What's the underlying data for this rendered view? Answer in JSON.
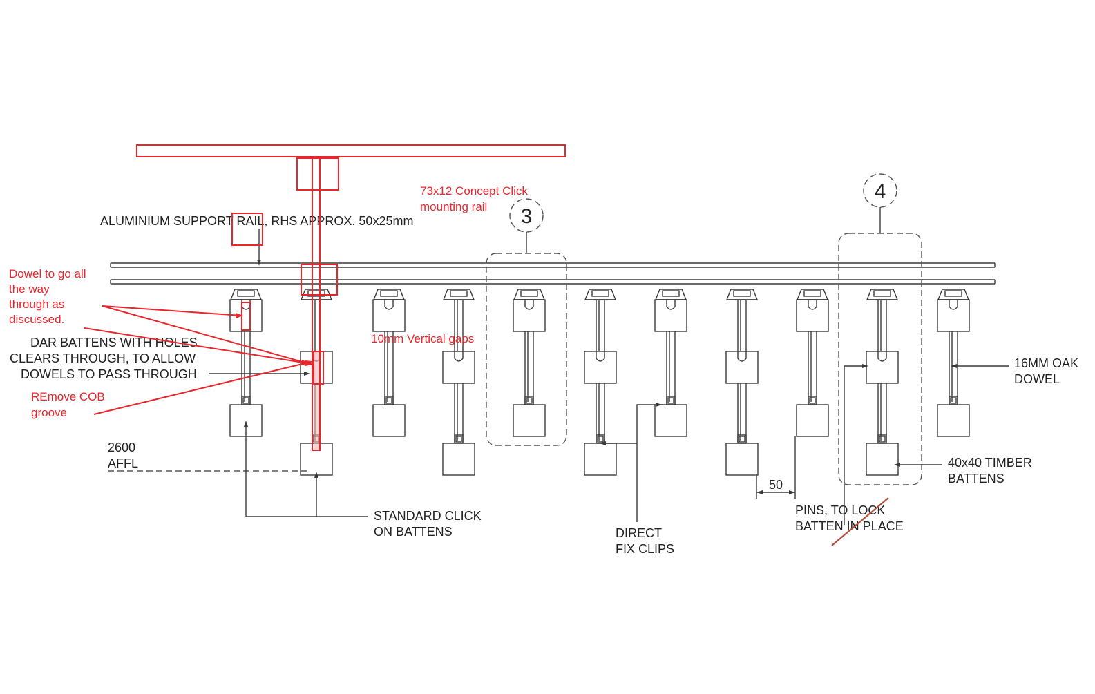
{
  "colors": {
    "linework": "#3a3a3a",
    "markup": "#e8262b",
    "background": "#ffffff"
  },
  "labels": {
    "support_rail": "ALUMINIUM SUPPORT RAIL, RHS APPROX. 50x25mm",
    "battens_line1": "DAR BATTENS WITH HOLES",
    "battens_line2": "CLEARS THROUGH, TO ALLOW",
    "battens_line3": "DOWELS TO PASS THROUGH",
    "affl_level": "2600",
    "affl_unit": "AFFL",
    "standard_click_line1": "STANDARD CLICK",
    "standard_click_line2": "ON BATTENS",
    "direct_fix_line1": "DIRECT",
    "direct_fix_line2": "FIX CLIPS",
    "pins_line1": "PINS, TO LOCK",
    "pins_line2": "BATTEN IN PLACE",
    "oak_dowel_line1": "16MM OAK",
    "oak_dowel_line2": "DOWEL",
    "timber_battens_line1": "40x40 TIMBER",
    "timber_battens_line2": "BATTENS",
    "dimension_50": "50",
    "detail_3": "3",
    "detail_4": "4"
  },
  "markup": {
    "mounting_rail_line1": "73x12 Concept Click",
    "mounting_rail_line2": "mounting rail",
    "dowel_line1": "Dowel to go all",
    "dowel_line2": "the way",
    "dowel_line3": "through as",
    "dowel_line4": "discussed.",
    "vertical_gaps": "10mm Vertical gaps",
    "remove_cob_line1": "REmove COB",
    "remove_cob_line2": "groove"
  }
}
